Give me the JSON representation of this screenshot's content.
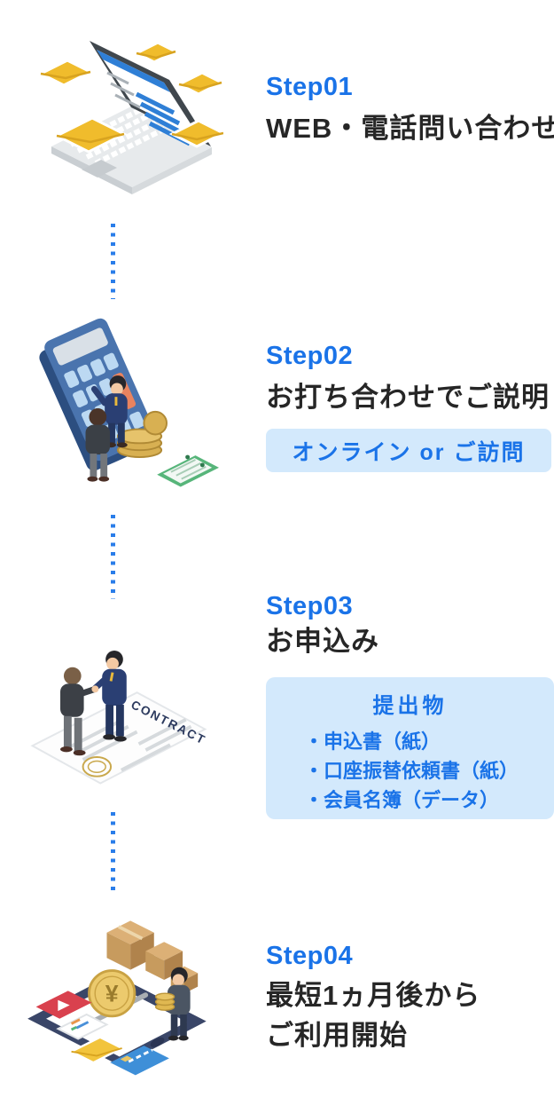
{
  "colors": {
    "accent_blue": "#1a73e8",
    "light_blue_box": "#d3e9fc",
    "title_dark": "#262626",
    "connector_dot_blue": "#2a7de9"
  },
  "steps": [
    {
      "label": "Step01",
      "title": "WEB・電話問い合わせ",
      "illustration": "laptop-email"
    },
    {
      "label": "Step02",
      "title": "お打ち合わせでご説明",
      "note": "オンライン or ご訪問",
      "illustration": "calculator-meeting"
    },
    {
      "label": "Step03",
      "title": "お申込み",
      "submission": {
        "heading": "提出物",
        "items": [
          "・申込書（紙）",
          "・口座振替依頼書（紙）",
          "・会員名簿（データ）"
        ]
      },
      "illustration": "contract-handshake"
    },
    {
      "label": "Step04",
      "title_lines": [
        "最短1ヵ月後から",
        "ご利用開始"
      ],
      "illustration": "smartphone-start"
    }
  ],
  "illustration_text": {
    "contract": "CONTRACT",
    "coin": "¥"
  }
}
